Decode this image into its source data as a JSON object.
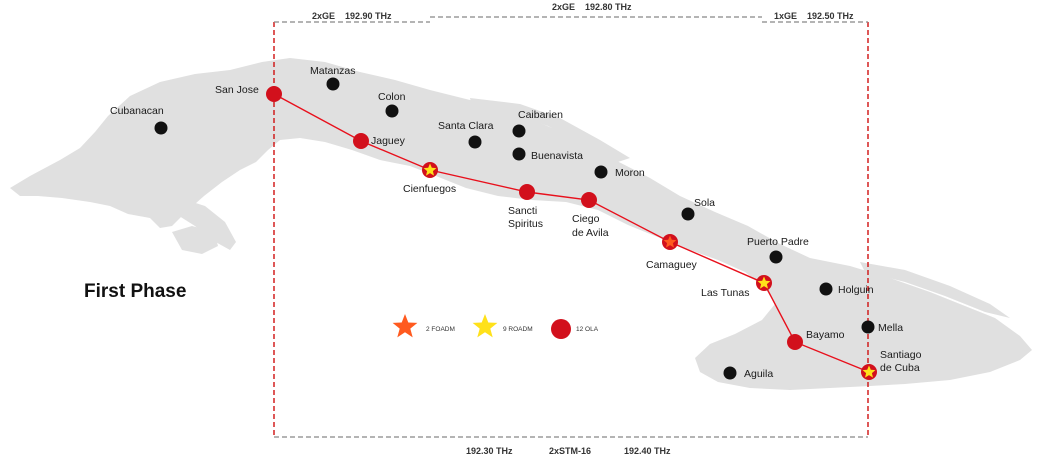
{
  "title": "First Phase",
  "colors": {
    "land": "#e0e0e0",
    "route": "#e8101c",
    "ola": "#d2101c",
    "foadm": "#ff5a1f",
    "roadm": "#ffe11a",
    "city": "#111111",
    "frame": "#d01010",
    "dash_gray": "#888888"
  },
  "bandwidth_labels": {
    "top_left": "2xGE    192.90 THz",
    "top_center": "2xGE    192.80 THz",
    "top_right": "1xGE    192.50 THz",
    "bottom_left": "192.30 THz",
    "bottom_center": "2xSTM-16",
    "bottom_right": "192.40 THz"
  },
  "legend": {
    "foadm": "2 FOADM",
    "roadm": "9 ROADM",
    "ola": "12 OLA"
  },
  "route_nodes": [
    {
      "name": "San Jose",
      "type": "ola"
    },
    {
      "name": "Jaguey",
      "type": "ola"
    },
    {
      "name": "Cienfuegos",
      "type": "roadm"
    },
    {
      "name": "Sancti Spiritus",
      "type": "ola"
    },
    {
      "name": "Ciego de Avila",
      "type": "ola"
    },
    {
      "name": "Camaguey",
      "type": "foadm"
    },
    {
      "name": "Las Tunas",
      "type": "roadm"
    },
    {
      "name": "Bayamo",
      "type": "ola"
    },
    {
      "name": "Santiago de Cuba",
      "type": "roadm"
    }
  ],
  "cities": [
    "Cubanacan",
    "Matanzas",
    "Colon",
    "Santa Clara",
    "Caibarien",
    "Buenavista",
    "Moron",
    "Sola",
    "Puerto Padre",
    "Holguin",
    "Mella",
    "Aguila"
  ],
  "label_text": {
    "San Jose": "San Jose",
    "Jaguey": "Jaguey",
    "Cienfuegos": "Cienfuegos",
    "Sancti1": "Sancti",
    "Sancti2": "Spiritus",
    "Ciego1": "Ciego",
    "Ciego2": "de Avila",
    "Camaguey": "Camaguey",
    "Las Tunas": "Las Tunas",
    "Bayamo": "Bayamo",
    "Santiago1": "Santiago",
    "Santiago2": "de Cuba",
    "Cubanacan": "Cubanacan",
    "Matanzas": "Matanzas",
    "Colon": "Colon",
    "Santa Clara": "Santa Clara",
    "Caibarien": "Caibarien",
    "Buenavista": "Buenavista",
    "Moron": "Moron",
    "Sola": "Sola",
    "Puerto Padre": "Puerto Padre",
    "Holguin": "Holguin",
    "Mella": "Mella",
    "Aguila": "Aguila"
  }
}
